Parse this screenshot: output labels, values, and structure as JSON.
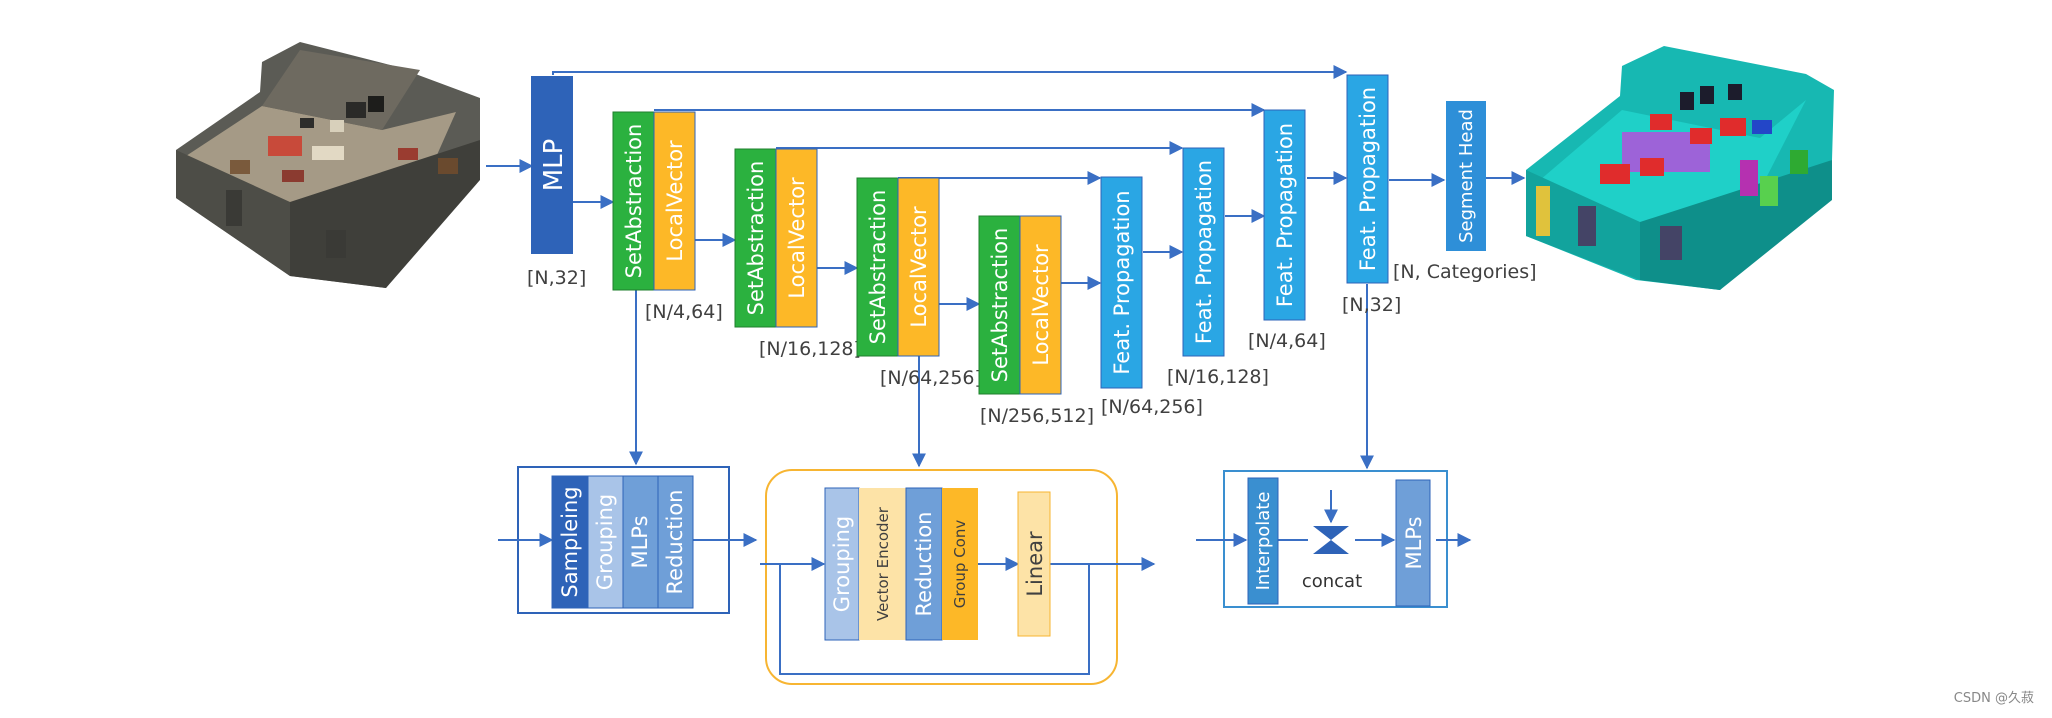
{
  "colors": {
    "arrow": "#3a6fc4",
    "mlp": "#2e63b8",
    "set_abstraction": "#2bb13f",
    "local_vector": "#fdb827",
    "feat_propagation": "#2aa6e4",
    "light_blue": "#a9c4e8",
    "mid_blue": "#6f9fd8",
    "dark_blue": "#2e63b8",
    "light_orange": "#fde3a7",
    "module_orange_border": "#f7b532"
  },
  "pipeline": {
    "mlp": {
      "label": "MLP",
      "shape": "[N,32]"
    },
    "sa_stages": [
      {
        "sa_label": "SetAbstraction",
        "lv_label": "LocalVector",
        "shape": "[N/4,64]"
      },
      {
        "sa_label": "SetAbstraction",
        "lv_label": "LocalVector",
        "shape": "[N/16,128]"
      },
      {
        "sa_label": "SetAbstraction",
        "lv_label": "LocalVector",
        "shape": "[N/64,256]"
      },
      {
        "sa_label": "SetAbstraction",
        "lv_label": "LocalVector",
        "shape": "[N/256,512]"
      }
    ],
    "fp_stages": [
      {
        "label": "Feat. Propagation",
        "shape": "[N/64,256]"
      },
      {
        "label": "Feat. Propagation",
        "shape": "[N/16,128]"
      },
      {
        "label": "Feat. Propagation",
        "shape": "[N/4,64]"
      },
      {
        "label": "Feat. Propagation",
        "shape": "[N,32]"
      }
    ],
    "head": {
      "label": "Segment Head",
      "shape": "[N, Categories]"
    }
  },
  "sa_module": {
    "blocks": [
      "Sampleing",
      "Grouping",
      "MLPs",
      "Reduction"
    ]
  },
  "lv_module": {
    "grouping": "Grouping",
    "vector_encoder": "Vector Encoder",
    "reduction": "Reduction",
    "group_conv": "Group Conv",
    "linear": "Linear"
  },
  "fp_module": {
    "interpolate": "Interpolate",
    "concat": "concat",
    "mlps": "MLPs"
  },
  "icons": {
    "input_scene": "point-cloud-room-icon",
    "output_scene": "segmented-room-icon"
  },
  "watermark": "CSDN @久菽"
}
